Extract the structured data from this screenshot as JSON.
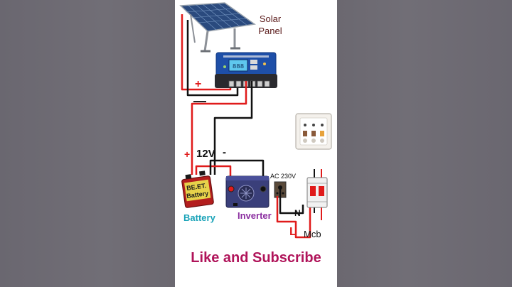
{
  "labels": {
    "solar_panel_line1": "Solar",
    "solar_panel_line2": "Panel",
    "plus_top": "+",
    "minus_top": "—",
    "plus_12": "+",
    "volt_12": "12V",
    "minus_12": "-",
    "ac": "AC 230V",
    "battery_brand_line1": "BE.ET.",
    "battery_brand_line2": "Battery",
    "battery": "Battery",
    "inverter": "Inverter",
    "neutral": "N",
    "live": "L",
    "mcb": "Mcb",
    "controller_display": "888"
  },
  "footer": {
    "cta": "Like and Subscribe"
  },
  "colors": {
    "wire_red": "#e01b1b",
    "wire_black": "#111111",
    "cta": "#b0145a",
    "battery_label": "#1aa3b8",
    "inverter_label": "#8b2ea0",
    "controller_blue": "#1e4fa8",
    "lcd": "#5fc8ee"
  },
  "icons": {
    "panel": "solar-panel-icon",
    "controller": "charge-controller-icon",
    "battery": "battery-icon",
    "inverter": "inverter-icon",
    "mcb": "mcb-breaker-icon",
    "socket": "switchboard-icon"
  }
}
